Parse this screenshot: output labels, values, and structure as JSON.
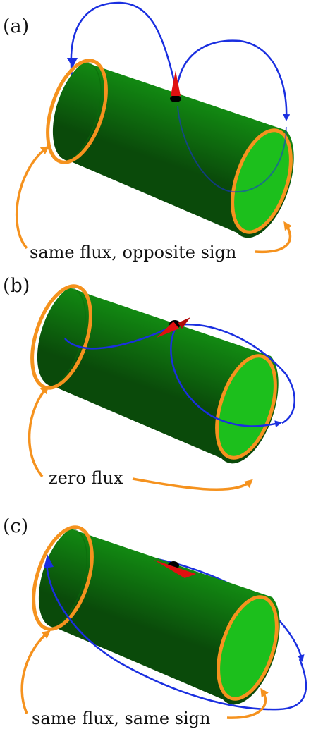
{
  "colors": {
    "cylinder_light": "#1fd21f",
    "cylinder_dark": "#0a4a0a",
    "rim": "#f5921e",
    "field_line": "#1a2fe0",
    "dipole": "#e01010",
    "dipole_center": "#000000",
    "pointer_arrow": "#f5921e"
  },
  "icons": [
    "cylinder",
    "field-line-arrow",
    "dipole-arrow",
    "pointer-arrow"
  ],
  "panels": [
    {
      "label": "(a)",
      "caption": "same flux, opposite sign"
    },
    {
      "label": "(b)",
      "caption": "zero flux"
    },
    {
      "label": "(c)",
      "caption": "same flux, same sign"
    }
  ]
}
